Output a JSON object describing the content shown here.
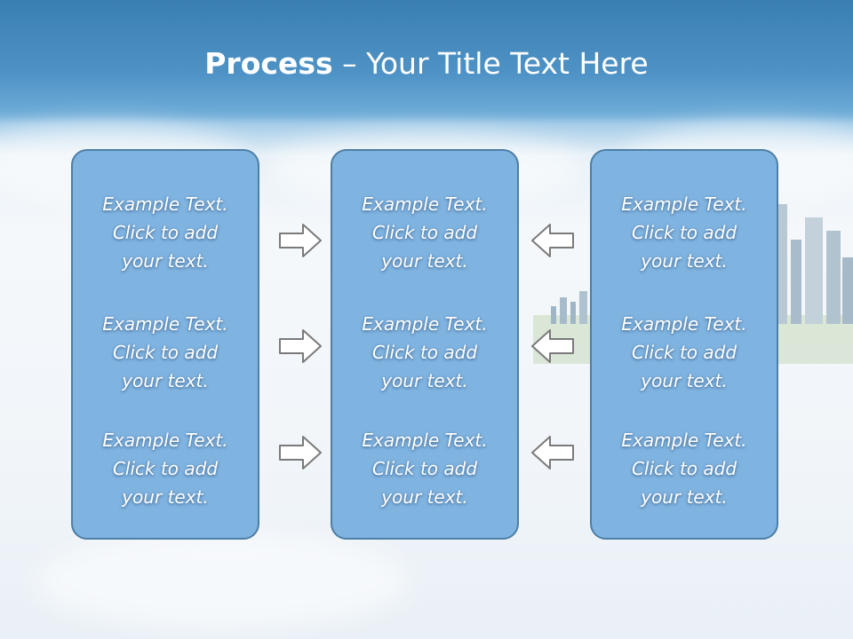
{
  "title": {
    "bold": "Process",
    "rest": " – Your Title Text Here"
  },
  "columns": [
    {
      "items": [
        {
          "lines": [
            "Example Text.",
            "Click  to add",
            "your text."
          ]
        },
        {
          "lines": [
            "Example Text.",
            "Click  to add",
            "your text."
          ]
        },
        {
          "lines": [
            "Example Text.",
            "Click  to add",
            "your text."
          ]
        }
      ]
    },
    {
      "items": [
        {
          "lines": [
            "Example Text.",
            "Click  to add",
            "your text."
          ]
        },
        {
          "lines": [
            "Example Text.",
            "Click  to add",
            "your text."
          ]
        },
        {
          "lines": [
            "Example Text.",
            "Click  to add",
            "your text."
          ]
        }
      ]
    },
    {
      "items": [
        {
          "lines": [
            "Example Text.",
            "Click  to add",
            "your text."
          ]
        },
        {
          "lines": [
            "Example Text.",
            "Click  to add",
            "your text."
          ]
        },
        {
          "lines": [
            "Example Text.",
            "Click  to add",
            "your text."
          ]
        }
      ]
    }
  ],
  "arrows": {
    "left_group": "arrow-right-icon",
    "right_group": "arrow-left-icon"
  },
  "colors": {
    "header": "#4a8fc4",
    "box_fill": "#7fb3e0",
    "box_border": "#4d7ea6",
    "text": "#ffffff",
    "arrow": "#7a7a7a"
  }
}
